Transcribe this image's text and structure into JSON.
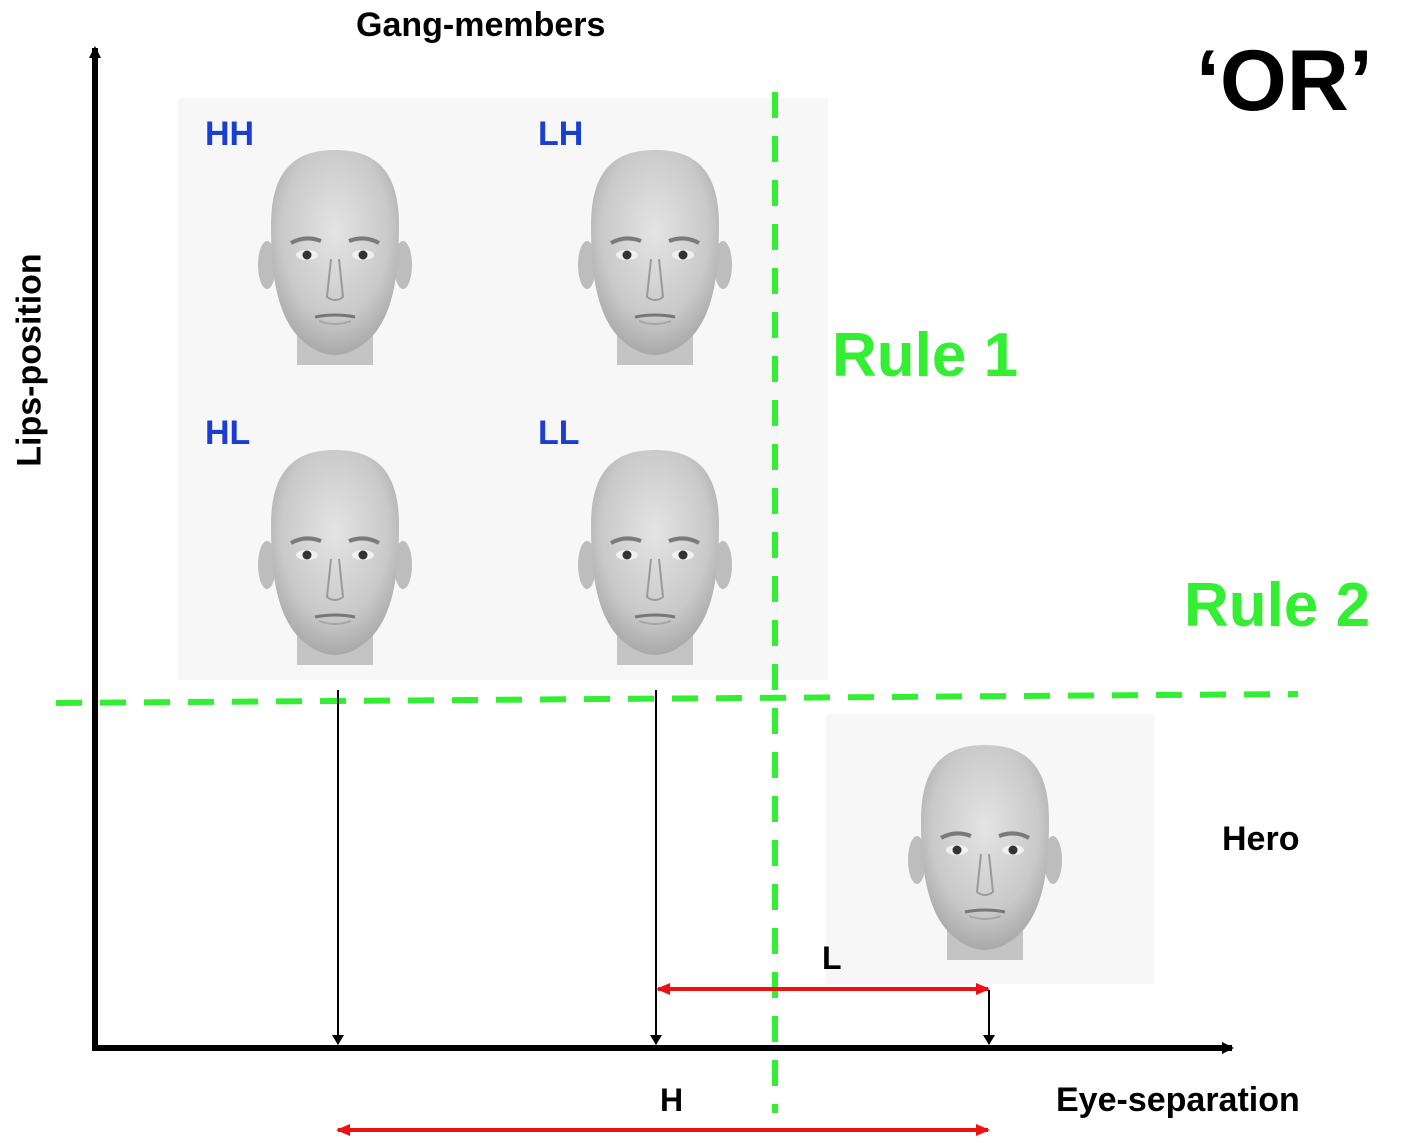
{
  "title": "Gang-members",
  "corner_label": "‘OR’",
  "axes": {
    "x_label": "Eye-separation",
    "y_label": "Lips-position"
  },
  "faces": [
    {
      "id": "hh",
      "label": "HH",
      "icon": "face-icon"
    },
    {
      "id": "lh",
      "label": "LH",
      "icon": "face-icon"
    },
    {
      "id": "hl",
      "label": "HL",
      "icon": "face-icon"
    },
    {
      "id": "ll",
      "label": "LL",
      "icon": "face-icon"
    }
  ],
  "hero": {
    "label": "Hero",
    "icon": "face-icon"
  },
  "rules": [
    {
      "label": "Rule 1",
      "orientation": "vertical"
    },
    {
      "label": "Rule 2",
      "orientation": "horizontal"
    }
  ],
  "measures": [
    {
      "label": "L"
    },
    {
      "label": "H"
    }
  ],
  "colors": {
    "rule": "#33ee33",
    "face_label": "#1a3fd0",
    "measure_arrow": "#ee1111",
    "axis": "#000000",
    "face_bg": "#f7f7f7"
  }
}
